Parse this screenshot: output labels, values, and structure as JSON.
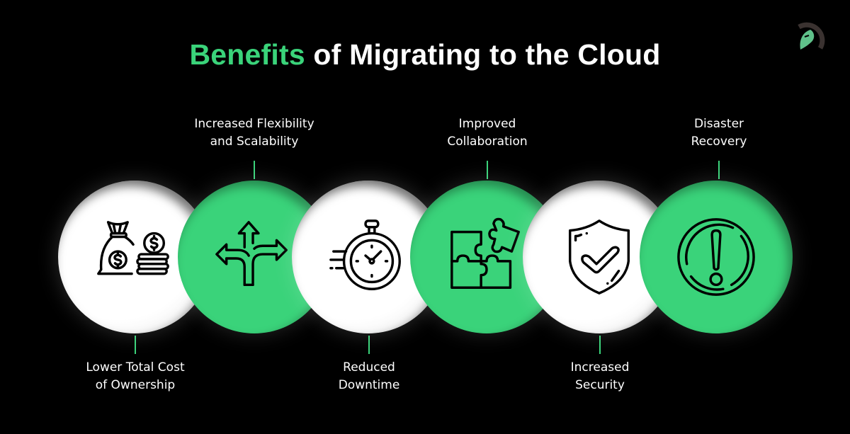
{
  "title": {
    "accent": "Benefits",
    "rest": " of Migrating to the Cloud"
  },
  "colors": {
    "accent": "#3ad37a",
    "background": "#000000",
    "white": "#ffffff"
  },
  "logo": {
    "icon": "leaf-helmet-logo-icon"
  },
  "benefits": [
    {
      "label_line1": "Lower Total Cost",
      "label_line2": "of Ownership",
      "icon": "money-bag-coins-icon",
      "circle_color": "white",
      "label_position": "bottom"
    },
    {
      "label_line1": "Increased Flexibility",
      "label_line2": "and Scalability",
      "icon": "split-arrows-icon",
      "circle_color": "green",
      "label_position": "top"
    },
    {
      "label_line1": "Reduced",
      "label_line2": "Downtime",
      "icon": "stopwatch-icon",
      "circle_color": "white",
      "label_position": "bottom"
    },
    {
      "label_line1": "Improved",
      "label_line2": "Collaboration",
      "icon": "puzzle-icon",
      "circle_color": "green",
      "label_position": "top"
    },
    {
      "label_line1": "Increased",
      "label_line2": "Security",
      "icon": "shield-check-icon",
      "circle_color": "white",
      "label_position": "bottom"
    },
    {
      "label_line1": "Disaster",
      "label_line2": "Recovery",
      "icon": "alert-exclamation-icon",
      "circle_color": "green",
      "label_position": "top"
    }
  ]
}
